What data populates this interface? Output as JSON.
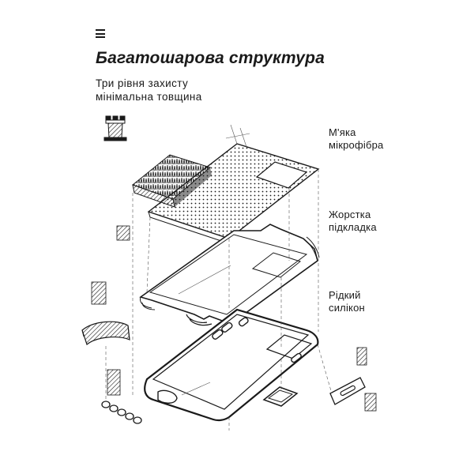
{
  "header": {
    "menu_icon": "hamburger-menu-icon",
    "title": "Багатошарова структура",
    "subtitle_lines": [
      "Три рівня захисту",
      "мінімальна товщина"
    ]
  },
  "layers": [
    {
      "lines": [
        "М'яка",
        "мікрофібра"
      ]
    },
    {
      "lines": [
        "Жорстка",
        "підкладка"
      ]
    },
    {
      "lines": [
        "Рідкий",
        "силікон"
      ]
    }
  ],
  "icons": {
    "tower": "tower-icon",
    "microfiber_layer": "microfiber-layer-illustration",
    "hard_shell": "hard-shell-illustration",
    "silicone_case": "silicone-case-illustration",
    "button_detail": "side-button-detail-illustration",
    "camera_ring": "camera-ring-illustration",
    "corner_detail": "corner-detail-illustration",
    "buttons_row": "buttons-row-illustration"
  },
  "colors": {
    "ink": "#1a1a1a",
    "dim_line": "#555555",
    "background": "#ffffff"
  }
}
